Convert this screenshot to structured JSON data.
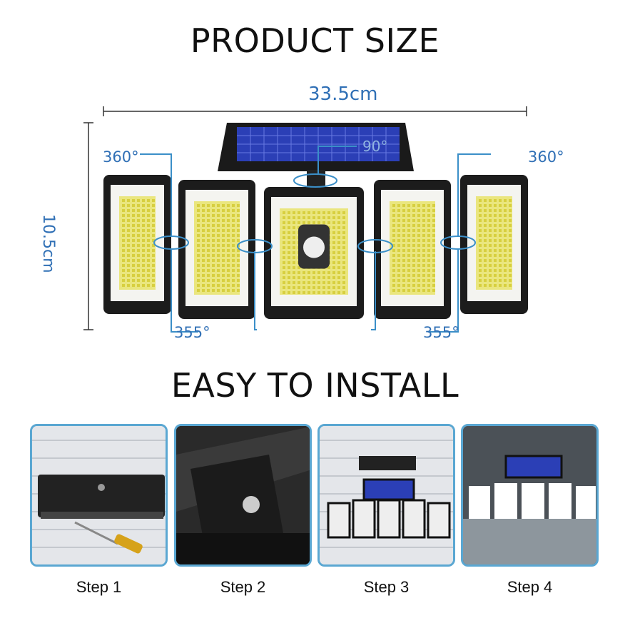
{
  "section1": {
    "title": "PRODUCT SIZE"
  },
  "dimensions": {
    "width": "33.5cm",
    "height": "10.5cm",
    "angle_top": "90°",
    "angle_left": "360°",
    "angle_right": "360°",
    "angle_bottom_left": "355°",
    "angle_bottom_right": "355°"
  },
  "section2": {
    "title": "EASY TO INSTALL"
  },
  "steps": [
    {
      "label": "Step 1"
    },
    {
      "label": "Step 2"
    },
    {
      "label": "Step 3"
    },
    {
      "label": "Step 4"
    }
  ],
  "colors": {
    "accent": "#2f6fb5",
    "border": "#5aa7d2",
    "solar": "#2b3fb6",
    "led": "#e8e36a"
  }
}
